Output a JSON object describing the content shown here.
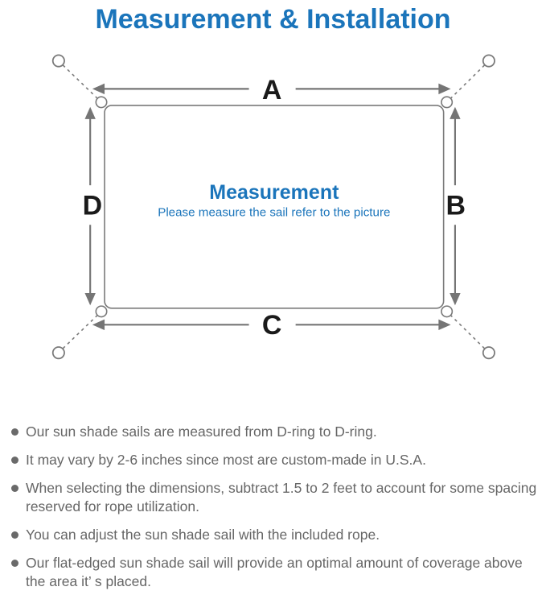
{
  "title": "Measurement & Installation",
  "diagram": {
    "labels": {
      "top": "A",
      "right": "B",
      "bottom": "C",
      "left": "D"
    },
    "center_title": "Measurement",
    "center_subtitle": "Please measure the sail refer to the picture"
  },
  "colors": {
    "accent_blue": "#1b75bb",
    "line_gray": "#7a7a7a",
    "dimension_label_black": "#1a1a1a",
    "body_text_gray": "#666666"
  },
  "bullets": [
    "Our sun shade sails are measured from D-ring to D-ring.",
    "It may vary by 2-6 inches since most are custom-made in U.S.A.",
    "When selecting the dimensions, subtract 1.5 to 2 feet to account for some spacing reserved for rope utilization.",
    "You can adjust the sun shade sail with the included rope.",
    "Our flat-edged sun shade sail will provide an optimal amount of coverage above the area it’ s placed."
  ]
}
